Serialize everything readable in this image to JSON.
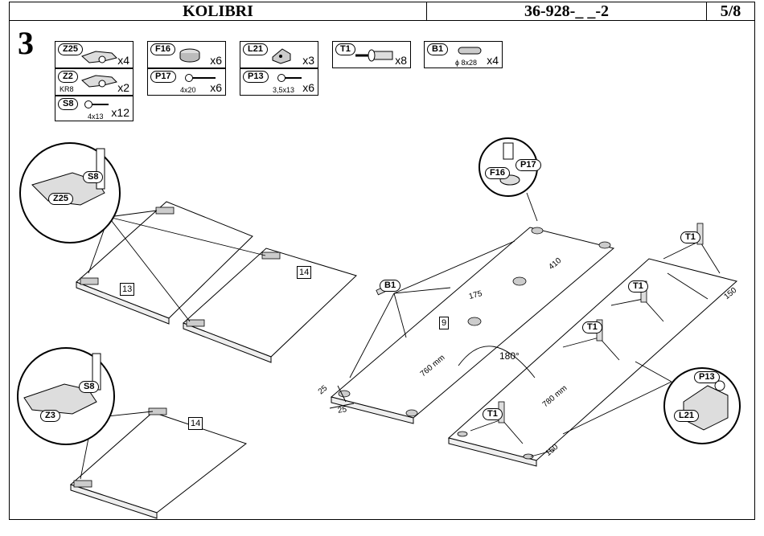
{
  "header": {
    "title": "KOLIBRI",
    "code": "36-928-_ _-2",
    "page": "5/8"
  },
  "step": "3",
  "parts": [
    {
      "id": "Z25",
      "qty": "x4",
      "sub": ""
    },
    {
      "id": "Z2",
      "qty": "x2",
      "sub": "KR8"
    },
    {
      "id": "S8",
      "qty": "x12",
      "sub": "4x13"
    },
    {
      "id": "F16",
      "qty": "x6",
      "sub": ""
    },
    {
      "id": "P17",
      "qty": "x6",
      "sub": "4x20"
    },
    {
      "id": "L21",
      "qty": "x3",
      "sub": ""
    },
    {
      "id": "P13",
      "qty": "x6",
      "sub": "3,5x13"
    },
    {
      "id": "T1",
      "qty": "x8",
      "sub": ""
    },
    {
      "id": "B1",
      "qty": "x4",
      "sub": "ɸ 8x28"
    }
  ],
  "panels": {
    "p13": "13",
    "p14a": "14",
    "p14b": "14",
    "p9": "9"
  },
  "dims": {
    "d410": "410",
    "d175": "175",
    "d760": "760 mm",
    "d25a": "25",
    "d25b": "25",
    "d180": "180°",
    "d780": "780 mm",
    "d150a": "150",
    "d150b": "150"
  },
  "callouts": {
    "s8a": "S8",
    "z25": "Z25",
    "s8b": "S8",
    "z3": "Z3",
    "f16": "F16",
    "p17": "P17",
    "b1": "B1",
    "t1a": "T1",
    "t1b": "T1",
    "t1c": "T1",
    "t1d": "T1",
    "p13": "P13",
    "l21": "L21"
  }
}
